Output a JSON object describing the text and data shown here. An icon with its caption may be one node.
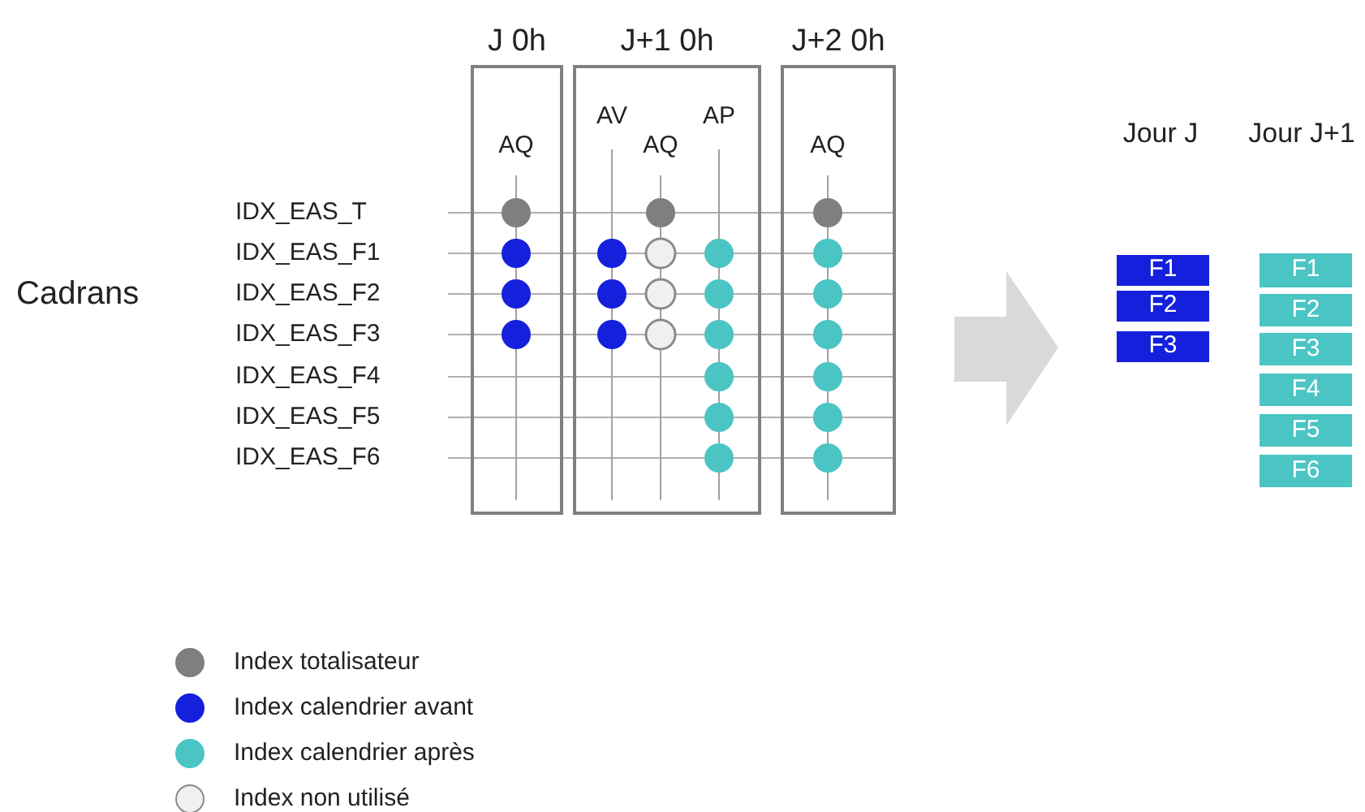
{
  "diagram": {
    "nodes": [
      {
        "text": [
          "J 0h",
          "AQ"
        ]
      },
      {
        "text": [
          "J+1 0h",
          "AV",
          "AQ",
          "AP"
        ]
      },
      {
        "text": [
          "J+2 0h",
          "AQ"
        ]
      },
      {
        "text": [
          "F1"
        ]
      },
      {
        "text": [
          "F2"
        ]
      },
      {
        "text": [
          "F3"
        ]
      },
      {
        "text": [
          "F1"
        ]
      },
      {
        "text": [
          "F2"
        ]
      },
      {
        "text": [
          "F3"
        ]
      },
      {
        "text": [
          "F4"
        ]
      },
      {
        "text": [
          "F5"
        ]
      },
      {
        "text": [
          "F6"
        ]
      }
    ],
    "labels": [
      "IDX_EAS_T",
      "IDX_EAS_F1",
      "IDX_EAS_F2",
      "IDX_EAS_F3",
      "IDX_EAS_F4",
      "IDX_EAS_F5",
      "IDX_EAS_F6",
      "Cadrans",
      "Jour J",
      "Jour J+1"
    ],
    "legend": [
      {
        "text": "Index totalisateur",
        "color": "#7f7f7f"
      },
      {
        "text": "Index calendrier avant",
        "color": "#1420dc"
      },
      {
        "text": "Index calendrier après",
        "color": "#4bc4c4"
      },
      {
        "text": "Index non utilisé",
        "color": "#f0f0f0"
      }
    ]
  }
}
